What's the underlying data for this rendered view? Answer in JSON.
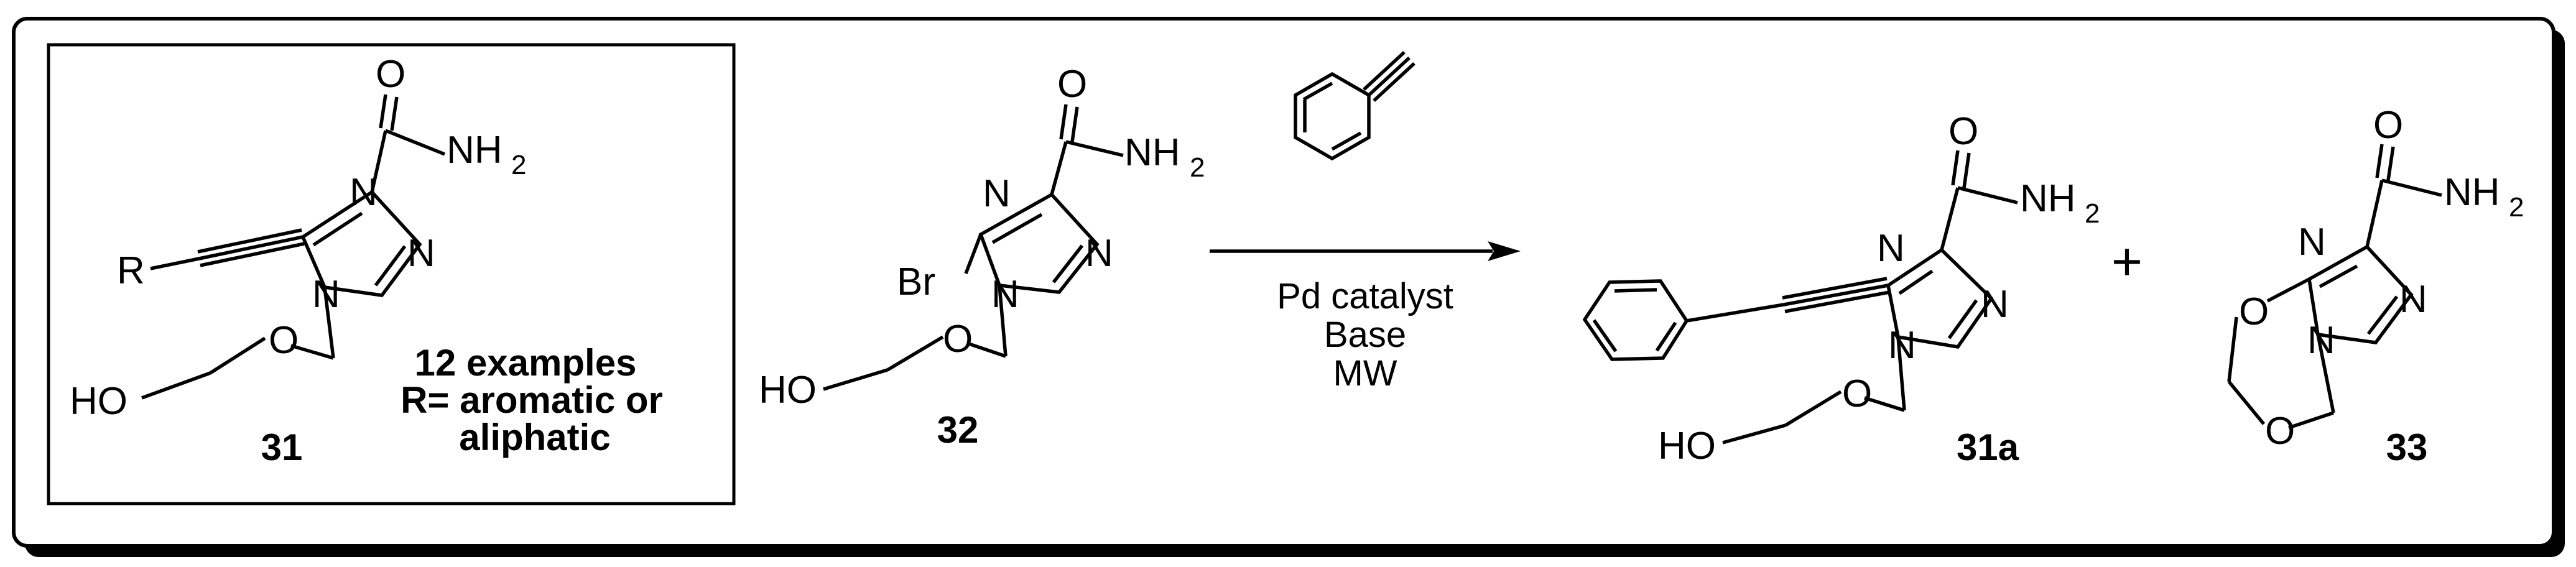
{
  "inset": {
    "compound_label": "31",
    "examples": "12 examples",
    "r_line1": "R= aromatic or",
    "r_line2": "aliphatic",
    "atoms": {
      "r": "R",
      "o_carbonyl": "O",
      "nh": "NH",
      "h_sub": "2",
      "n_top": "N",
      "n_right": "N",
      "n_bottom": "N",
      "o_ether": "O",
      "ho": "HO"
    }
  },
  "start": {
    "compound_label": "32",
    "atoms": {
      "br": "Br",
      "o_carbonyl": "O",
      "nh": "NH",
      "h_sub": "2",
      "n_top": "N",
      "n_right": "N",
      "n_bottom": "N",
      "o_ether": "O",
      "ho": "HO"
    }
  },
  "conditions": {
    "line1": "Pd catalyst",
    "line2": "Base",
    "line3": "MW"
  },
  "product": {
    "compound_label": "31a",
    "atoms": {
      "o_carbonyl": "O",
      "nh": "NH",
      "h_sub": "2",
      "n_top": "N",
      "n_right": "N",
      "n_bottom": "N",
      "o_ether": "O",
      "ho": "HO"
    }
  },
  "plus": "+",
  "byproduct": {
    "compound_label": "33",
    "atoms": {
      "o_carbonyl": "O",
      "nh": "NH",
      "h_sub": "2",
      "n_top": "N",
      "n_right": "N",
      "n_bottom": "N",
      "o_ring_top": "O",
      "o_ring_bottom": "O"
    }
  }
}
